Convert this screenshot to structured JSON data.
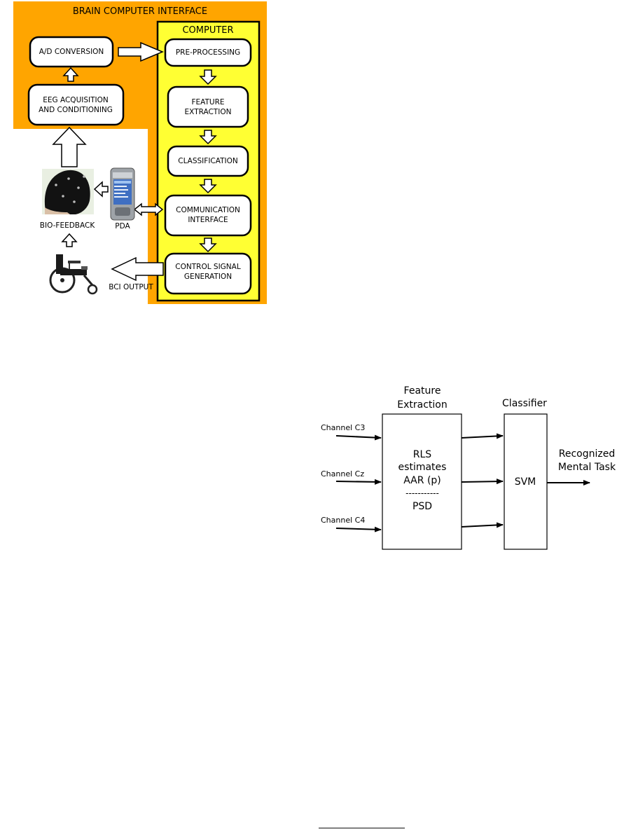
{
  "figure1": {
    "title": "BRAIN COMPUTER INTERFACE",
    "computer_label": "COMPUTER",
    "boxes": {
      "ad_conversion": "A/D CONVERSION",
      "eeg_line1": "EEG ACQUISITION",
      "eeg_line2": "AND CONDITIONING",
      "preprocessing": "PRE-PROCESSING",
      "feature_line1": "FEATURE",
      "feature_line2": "EXTRACTION",
      "classification": "CLASSIFICATION",
      "comm_line1": "COMMUNICATION",
      "comm_line2": "INTERFACE",
      "control_line1": "CONTROL SIGNAL",
      "control_line2": "GENERATION"
    },
    "labels": {
      "biofeedback": "BIO-FEEDBACK",
      "pda": "PDA",
      "bci_output": "BCI OUTPUT"
    },
    "colors": {
      "orange": "#ffa500",
      "yellow": "#ffff33",
      "box_fill": "#ffffff",
      "stroke": "#000000"
    }
  },
  "figure2": {
    "feature_header_line1": "Feature",
    "feature_header_line2": "Extraction",
    "classifier_header": "Classifier",
    "inputs": [
      "Channel C3",
      "Channel Cz",
      "Channel C4"
    ],
    "feature_box": {
      "line1": "RLS",
      "line2": "estimates",
      "line3": "AAR (p)",
      "separator": "-----------",
      "line4": "PSD"
    },
    "classifier_box": "SVM",
    "output_line1": "Recognized",
    "output_line2": "Mental Task"
  }
}
